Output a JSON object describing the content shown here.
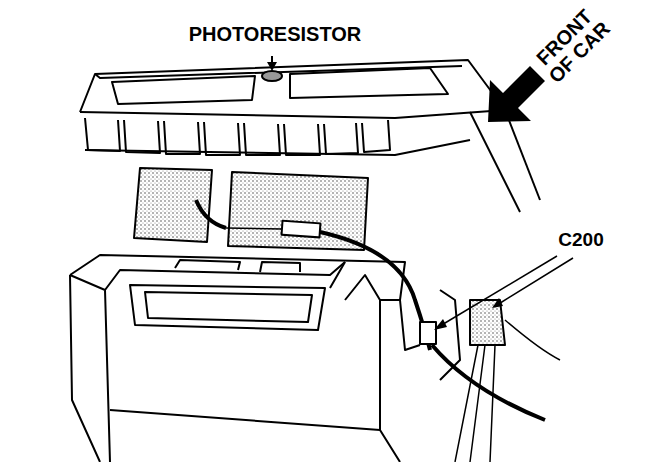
{
  "diagram": {
    "labels": [
      "PHOTORESISTOR",
      "FRONT OF CAR",
      "C200"
    ]
  }
}
